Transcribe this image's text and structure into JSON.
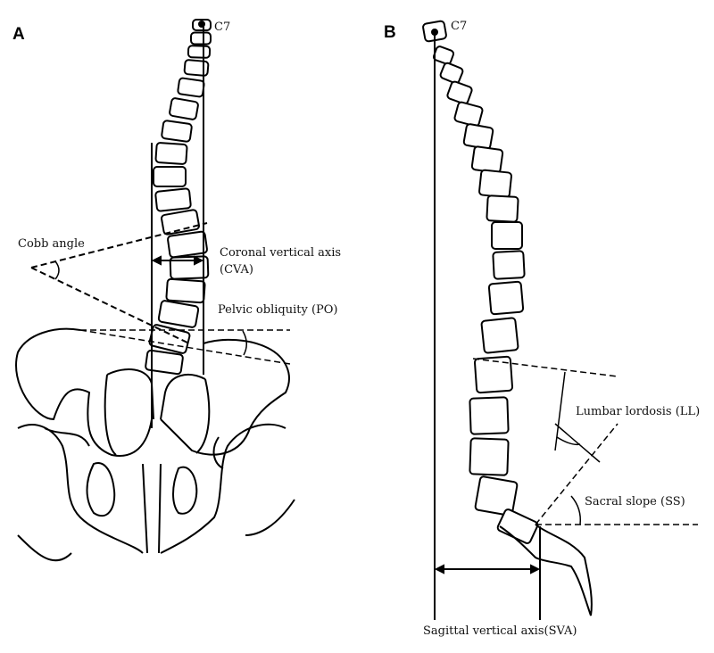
{
  "panel_a": {
    "letter": "A",
    "c7": "C7",
    "cobb": "Cobb angle",
    "cva_line1": "Coronal vertical axis",
    "cva_line2": "(CVA)",
    "po": "Pelvic obliquity (PO)"
  },
  "panel_b": {
    "letter": "B",
    "c7": "C7",
    "ll": "Lumbar lordosis (LL)",
    "ss": "Sacral slope (SS)",
    "sva": "Sagittal vertical axis(SVA)"
  }
}
